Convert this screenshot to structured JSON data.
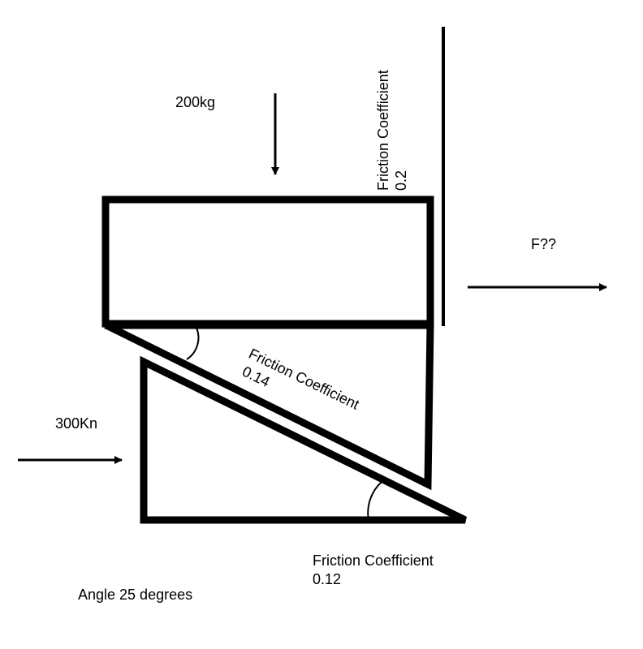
{
  "diagram": {
    "load_label": "200kg",
    "force_unknown_label": "F??",
    "push_label": "300Kn",
    "wall_friction": {
      "title": "Friction Coefficient",
      "value": "0.2"
    },
    "incline_friction": {
      "title": "Friction Coefficient",
      "value": "0.14"
    },
    "floor_friction": {
      "title": "Friction Coefficient",
      "value": "0.12"
    },
    "angle_label": "Angle 25 degrees"
  },
  "colors": {
    "stroke": "#000000",
    "background": "#ffffff"
  }
}
